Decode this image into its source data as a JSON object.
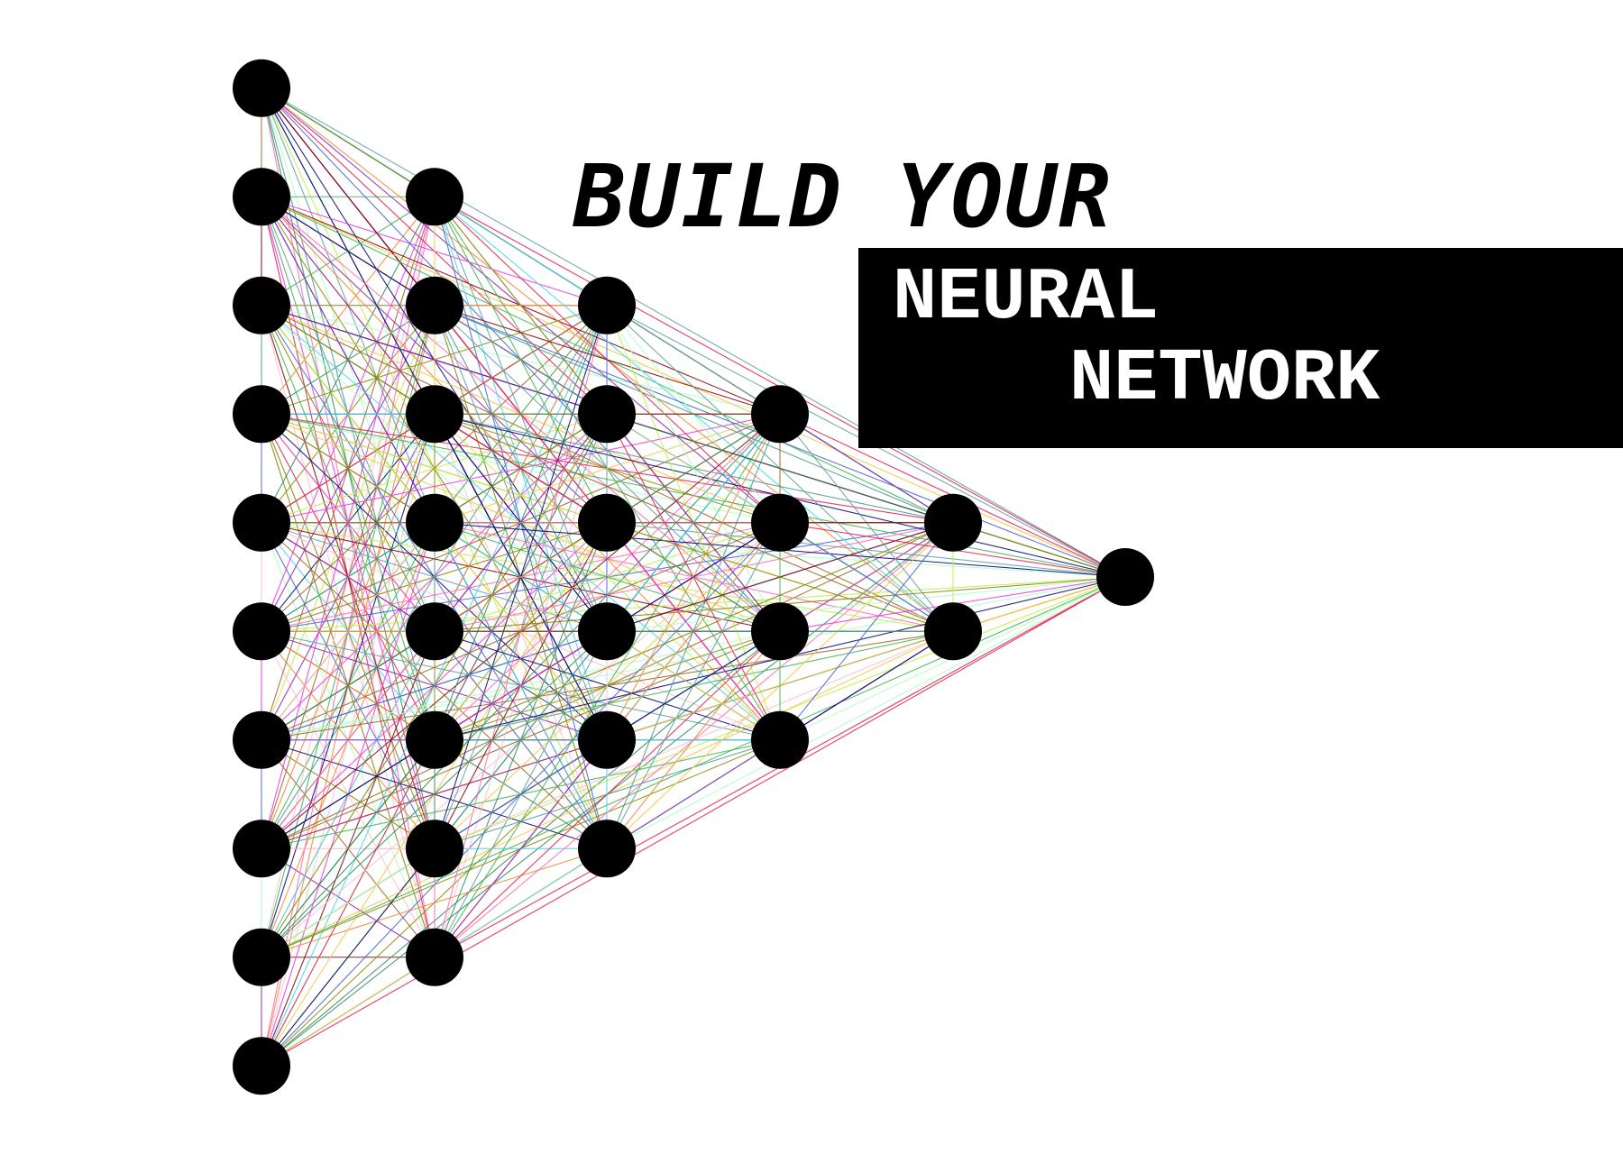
{
  "title": {
    "line1": "BUILD YOUR",
    "line2": "NEURAL",
    "line3": "NETWORK"
  },
  "network": {
    "layer_sizes": [
      10,
      8,
      6,
      4,
      2,
      1
    ],
    "node_color": "#000000",
    "edge_colors": [
      "#e6194b",
      "#3cb44b",
      "#f5c542",
      "#4363d8",
      "#f58231",
      "#911eb4",
      "#42d4f4",
      "#f032e6",
      "#bfef45",
      "#fabed4",
      "#469990",
      "#9a6324",
      "#800000",
      "#aaffc3",
      "#808000",
      "#000075",
      "#8b8b00",
      "#2e8b57",
      "#ff69b4",
      "#5f9ea0"
    ]
  },
  "colors": {
    "background": "#ffffff",
    "title_box": "#000000",
    "title_text_dark": "#000000",
    "title_text_light": "#ffffff"
  }
}
